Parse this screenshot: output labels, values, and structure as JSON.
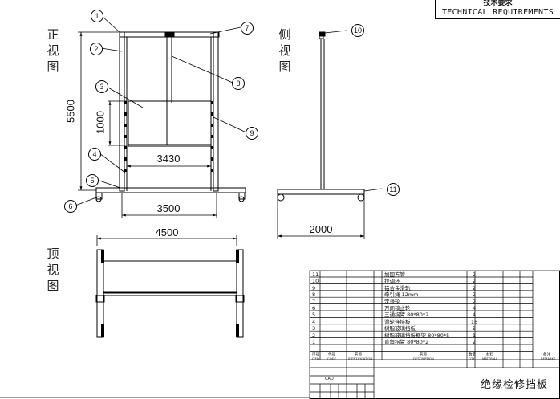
{
  "technical_requirements": {
    "title_cn": "技术要求",
    "title_en": "TECHNICAL REQUIREMENTS"
  },
  "views": {
    "front": "正视图",
    "side": "侧视图",
    "top": "顶视图"
  },
  "dimensions": {
    "height": "5500",
    "panel_height": "1000",
    "inner_width": "3430",
    "base_width": "3500",
    "side_depth": "2000",
    "top_width": "4500"
  },
  "balloons": [
    "1",
    "2",
    "3",
    "4",
    "5",
    "6",
    "7",
    "8",
    "9",
    "10",
    "11"
  ],
  "bom": {
    "rows": [
      {
        "no": "11",
        "name": "加固方管",
        "qty": "2"
      },
      {
        "no": "10",
        "name": "拉调环",
        "qty": "2"
      },
      {
        "no": "9",
        "name": "铝合金滑轨",
        "qty": "2"
      },
      {
        "no": "8",
        "name": "牵引绳  12mm",
        "qty": "2"
      },
      {
        "no": "7",
        "name": "定滑轮",
        "qty": "2"
      },
      {
        "no": "6",
        "name": "万向锁止轮",
        "qty": "4"
      },
      {
        "no": "5",
        "name": "三通拐臂  80*80*2",
        "qty": "4"
      },
      {
        "no": "4",
        "name": "滑轮连接板",
        "qty": "16"
      },
      {
        "no": "3",
        "name": "树脂玻璃挡板",
        "qty": "2"
      },
      {
        "no": "2",
        "name": "树脂玻璃挡板框架  80*80*5",
        "qty": "1"
      },
      {
        "no": "1",
        "name": "直角拐臂  80*80*2",
        "qty": "2"
      }
    ],
    "headers": [
      {
        "cn": "序号",
        "en": "ITEM"
      },
      {
        "cn": "代号",
        "en": "CODE"
      },
      {
        "cn": "名称",
        "en": "IDENTIFICATION"
      },
      {
        "cn": "名称",
        "en": "DESCRIPTION"
      },
      {
        "cn": "数量",
        "en": "QTY"
      },
      {
        "cn": "材料",
        "en": "MATERIAL"
      },
      {
        "cn": "备注",
        "en": "REMARKS"
      }
    ]
  },
  "title_block": {
    "part_name": "绝缘检修挡板",
    "mark_1": "CAD"
  }
}
